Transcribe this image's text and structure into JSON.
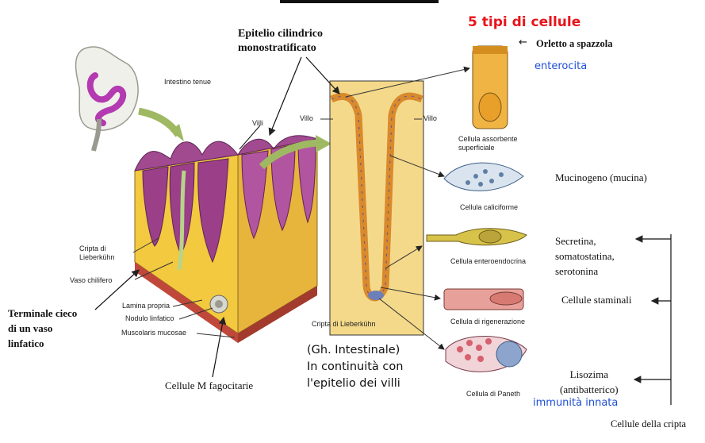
{
  "header": {
    "title": "5 tipi di cellule",
    "title_color": "#e8141b",
    "top_rule_color": "#111111"
  },
  "labels": {
    "epitelio": "Epitelio cilindrico\nmonostratificato",
    "intestino_tenue": "Intestino tenue",
    "villi": "Villi",
    "villo_left": "Villo",
    "villo_right": "Villo",
    "cripta_lieberkuhn_left": "Cripta di\nLieberkühn",
    "vaso_chilifero": "Vaso chilifero",
    "terminale_cieco": "Terminale cieco\ndi un vaso\nlinfatico",
    "lamina_propria": "Lamina propria",
    "nodulo_linfatico": "Nodulo linfatico",
    "muscolaris_mucosae": "Muscolaris mucosae",
    "cellule_m": "Cellule M fagocitarie",
    "cripta_lieberkuhn_center": "Cripta di Lieberkühn",
    "gh_intestinale": "(Gh. Intestinale)\nIn continuità con\nl'epitelio dei villi"
  },
  "cells": [
    {
      "name": "Cellula assorbente\nsuperficiale",
      "note": "Orletto a spazzola",
      "sub": "enterocita"
    },
    {
      "name": "Cellula caliciforme",
      "note": "Mucinogeno (mucina)"
    },
    {
      "name": "Cellula enteroendocrina",
      "note": "Secretina,\nsomatostatina,\nserotonina"
    },
    {
      "name": "Cellula di rigenerazione",
      "note": "Cellule staminali"
    },
    {
      "name": "Cellula di Paneth",
      "note": "Lisozima\n(antibatterico)",
      "sub": "immunità innata"
    }
  ],
  "cripta_group": "Cellule della cripta",
  "colors": {
    "accent_blue": "#1f4fd6",
    "tissue_yellow": "#f2c93f",
    "villus_purple": "#9b3f88",
    "epithelium_orange": "#d98a2c",
    "arrow_green": "#9fb862"
  },
  "icons": [
    "arrow-left-icon"
  ]
}
